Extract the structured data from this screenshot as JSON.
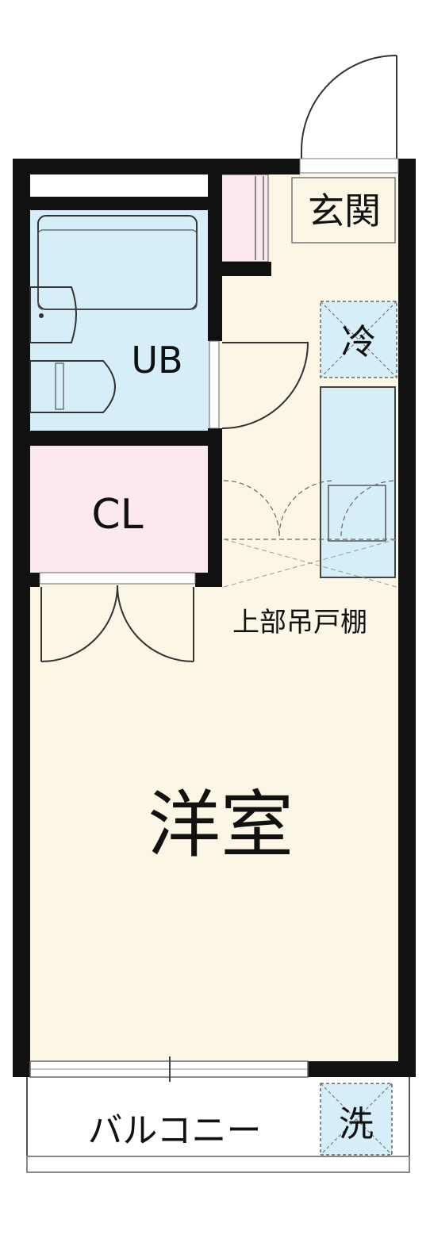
{
  "rooms": {
    "entrance": "玄関",
    "fridge": "冷",
    "bath": "UB",
    "closet": "CL",
    "upper_shelf": "上部吊戸棚",
    "western_room": "洋室",
    "balcony": "バルコニー",
    "washer": "洗"
  },
  "colors": {
    "floor": "#fcf6e6",
    "bath": "#d6eef8",
    "closet": "#fce8ef",
    "wall": "#111111"
  }
}
